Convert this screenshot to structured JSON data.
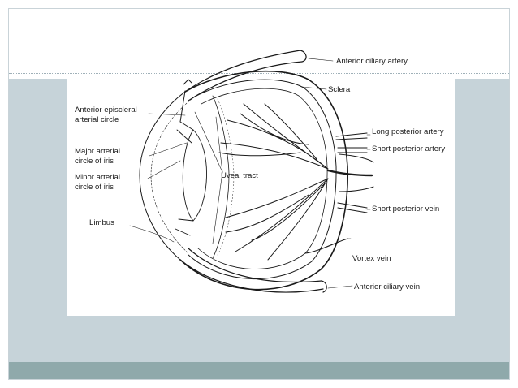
{
  "labels": {
    "anterior_ciliary_artery": "Anterior ciliary artery",
    "sclera": "Sclera",
    "anterior_episcleral_1": "Anterior episcleral",
    "anterior_episcleral_2": "arterial circle",
    "long_posterior_artery": "Long posterior artery",
    "short_posterior_artery": "Short posterior artery",
    "major_arterial_1": "Major arterial",
    "major_arterial_2": "circle of iris",
    "uveal_tract": "Uveal tract",
    "minor_arterial_1": "Minor arterial",
    "minor_arterial_2": "circle of iris",
    "short_posterior_vein": "Short posterior vein",
    "limbus": "Limbus",
    "vortex_vein": "Vortex vein",
    "anterior_ciliary_vein": "Anterior ciliary vein"
  },
  "colors": {
    "band": "#c6d3d9",
    "footer": "#8fa9ab",
    "ink": "#1a1a1a"
  }
}
